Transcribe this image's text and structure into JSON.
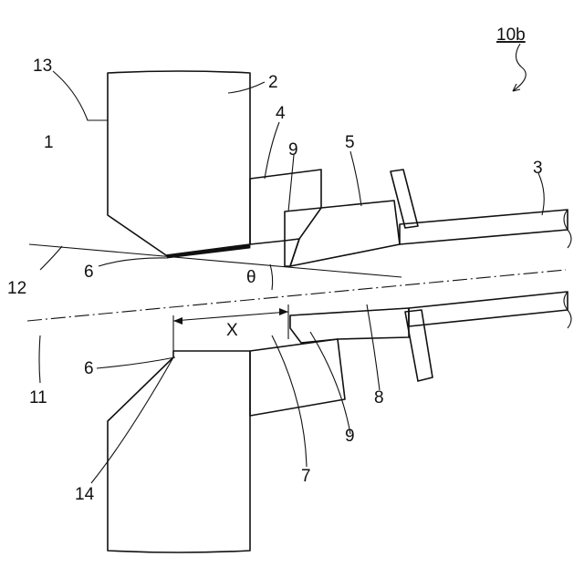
{
  "figure": {
    "id": "10b",
    "labels": {
      "n1": "1",
      "n2": "2",
      "n3": "3",
      "n4": "4",
      "n5": "5",
      "n6_upper": "6",
      "n6_lower": "6",
      "n7": "7",
      "n8": "8",
      "n9_upper": "9",
      "n9_lower": "9",
      "n11": "11",
      "n12": "12",
      "n13": "13",
      "n14": "14",
      "theta": "θ",
      "x": "X"
    }
  }
}
